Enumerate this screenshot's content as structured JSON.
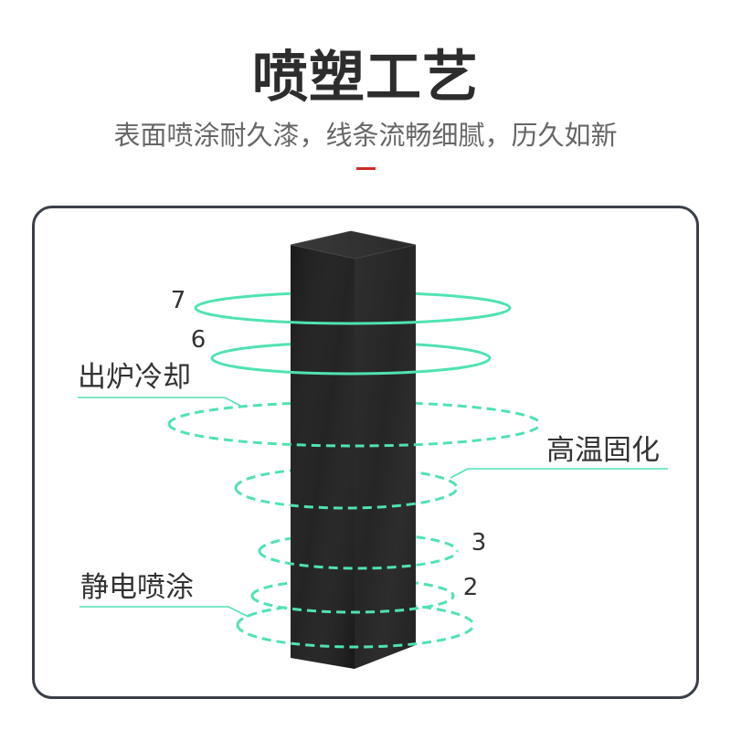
{
  "header": {
    "title": "喷塑工艺",
    "subtitle": "表面喷涂耐久漆，线条流畅细腻，历久如新"
  },
  "diagram": {
    "layers": [
      {
        "number": "7",
        "line": "solid"
      },
      {
        "number": "6",
        "line": "solid"
      },
      {
        "label": "出炉冷却",
        "line": "dashed"
      },
      {
        "label": "高温固化",
        "line": "dashed"
      },
      {
        "number": "3",
        "line": "dashed"
      },
      {
        "number": "2",
        "line": "dashed"
      },
      {
        "label": "静电喷涂",
        "line": "dashed"
      }
    ]
  },
  "colors": {
    "ring": "#50e2b2",
    "title": "#2d2d2d",
    "subtitle": "#666666",
    "label": "#333333",
    "accent": "#cf2a2a",
    "frame": "#3b3f48",
    "post": "#1d1d1d"
  }
}
